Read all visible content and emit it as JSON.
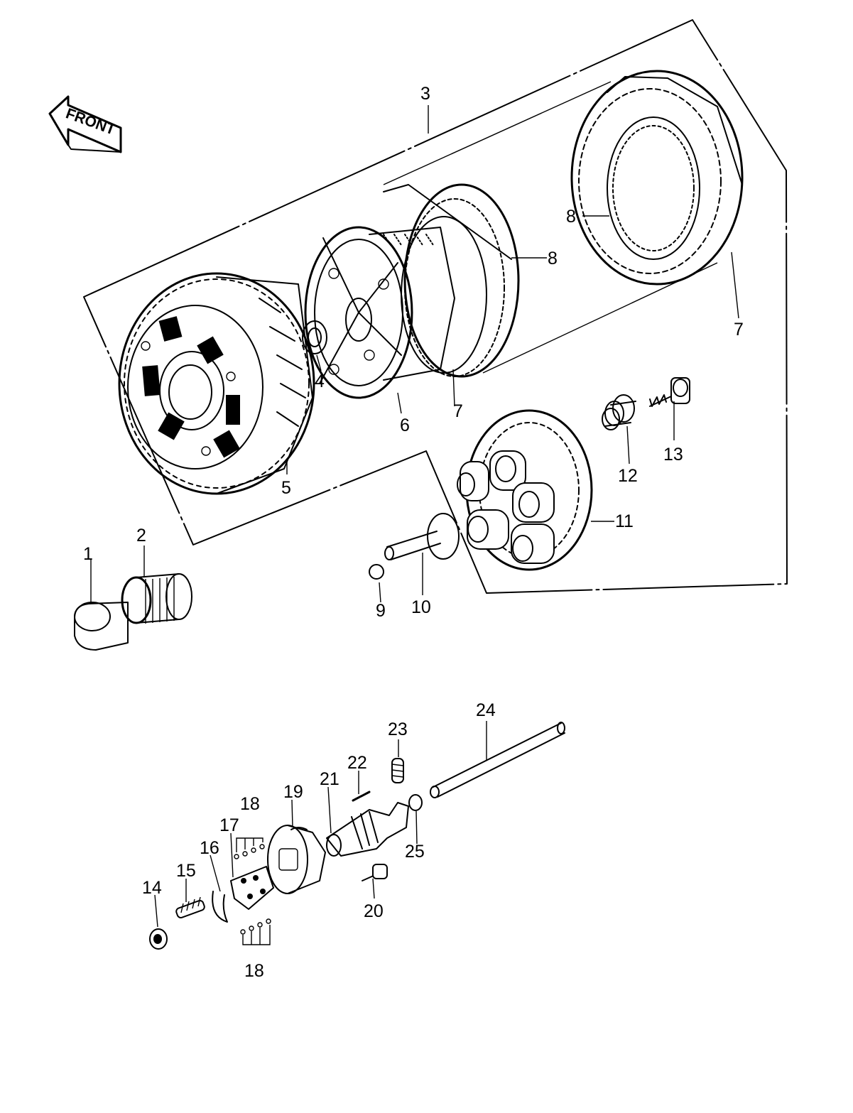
{
  "front_indicator": {
    "label": "FRONT"
  },
  "callouts": [
    {
      "id": "1",
      "text": "1"
    },
    {
      "id": "2",
      "text": "2"
    },
    {
      "id": "3",
      "text": "3"
    },
    {
      "id": "4",
      "text": "4"
    },
    {
      "id": "5",
      "text": "5"
    },
    {
      "id": "6",
      "text": "6"
    },
    {
      "id": "7a",
      "text": "7"
    },
    {
      "id": "7b",
      "text": "7"
    },
    {
      "id": "8a",
      "text": "8"
    },
    {
      "id": "8b",
      "text": "8"
    },
    {
      "id": "9",
      "text": "9"
    },
    {
      "id": "10",
      "text": "10"
    },
    {
      "id": "11",
      "text": "11"
    },
    {
      "id": "12",
      "text": "12"
    },
    {
      "id": "13",
      "text": "13"
    },
    {
      "id": "14",
      "text": "14"
    },
    {
      "id": "15",
      "text": "15"
    },
    {
      "id": "16",
      "text": "16"
    },
    {
      "id": "17",
      "text": "17"
    },
    {
      "id": "18a",
      "text": "18"
    },
    {
      "id": "18b",
      "text": "18"
    },
    {
      "id": "19",
      "text": "19"
    },
    {
      "id": "20",
      "text": "20"
    },
    {
      "id": "21",
      "text": "21"
    },
    {
      "id": "22",
      "text": "22"
    },
    {
      "id": "23",
      "text": "23"
    },
    {
      "id": "24",
      "text": "24"
    },
    {
      "id": "25",
      "text": "25"
    }
  ]
}
